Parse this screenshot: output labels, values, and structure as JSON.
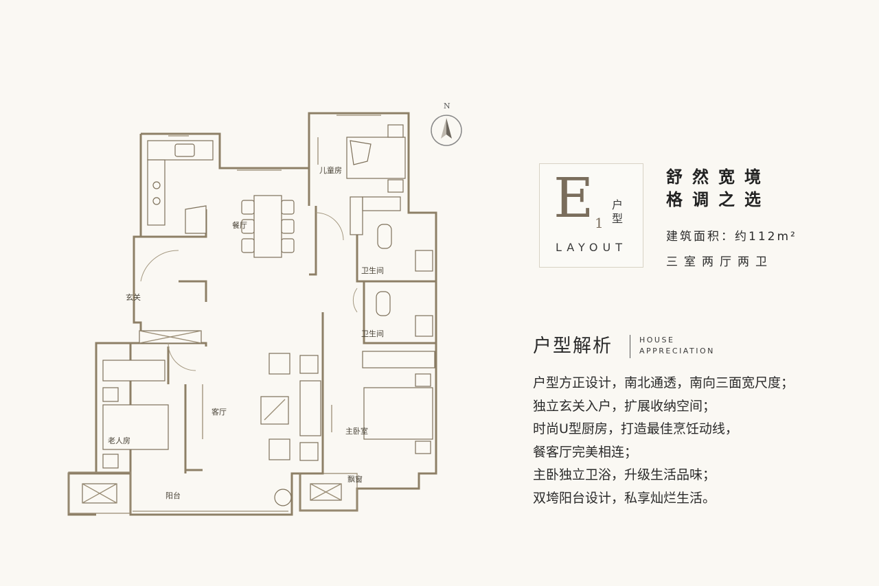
{
  "compass": {
    "label": "N"
  },
  "unit": {
    "letter": "E",
    "number": "1",
    "word_top": "户",
    "word_bottom": "型",
    "layout_word": "LAYOUT"
  },
  "slogan": {
    "line1": "舒然宽境",
    "line2": "格调之选"
  },
  "area": "建筑面积：约112m²",
  "config": "三室两厅两卫",
  "analysis": {
    "title": "户型解析",
    "en_line1": "HOUSE",
    "en_line2": "APPRECIATION",
    "features": [
      "户型方正设计，南北通透，南向三面宽尺度；",
      "独立玄关入户，扩展收纳空间；",
      "时尚U型厨房，打造最佳烹饪动线，",
      "餐客厅完美相连；",
      "主卧独立卫浴，升级生活品味；",
      "双垮阳台设计，私享灿烂生活。"
    ]
  },
  "rooms": {
    "children": "儿童房",
    "dining": "餐厅",
    "entrance": "玄关",
    "bath1": "卫生间",
    "bath2": "卫生间",
    "living": "客厅",
    "elder": "老人房",
    "master": "主卧室",
    "balcony": "阳台",
    "bay_window": "飘窗"
  },
  "colors": {
    "wall": "#8d7f66",
    "accent": "#7a6d5c",
    "background": "#faf8f3"
  }
}
